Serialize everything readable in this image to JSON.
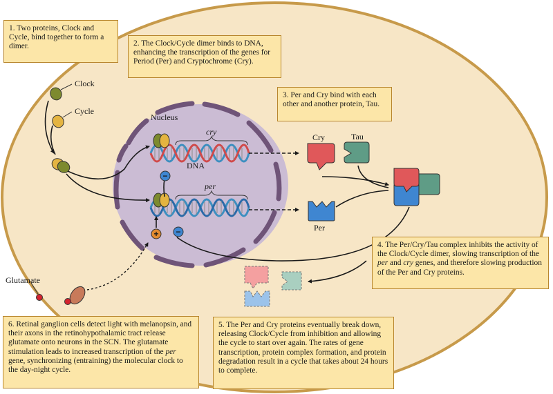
{
  "labels": {
    "clock": "Clock",
    "cycle": "Cycle",
    "nucleus": "Nucleus",
    "dna": "DNA",
    "cry_gene": "cry",
    "per_gene": "per",
    "cry_protein": "Cry",
    "tau_protein": "Tau",
    "per_protein": "Per",
    "glutamate": "Glutamate",
    "activator_symbol": "+",
    "inhibitor_symbol": "−"
  },
  "steps": [
    {
      "number": "1.",
      "text": "Two proteins, Clock and Cycle, bind together to form a dimer."
    },
    {
      "number": "2.",
      "text": "The Clock/Cycle dimer binds to DNA, enhancing the transcription of the genes for Period (Per) and Cryptochrome (Cry)."
    },
    {
      "number": "3.",
      "text": "Per and Cry bind with each other and another protein, Tau."
    },
    {
      "number": "4.",
      "text_before": "The Per/Cry/Tau complex inhibits the activity of the Clock/Cycle dimer, slowing transcription of the ",
      "em1": "per",
      "text_mid": " and ",
      "em2": "cry",
      "text_after": " genes, and therefore slowing production of the Per and Cry proteins."
    },
    {
      "number": "5.",
      "text": "The Per and Cry proteins eventually break down, releasing Clock/Cycle from inhibition and allowing the cycle to start over again. The rates of gene transcription, protein complex formation, and protein degradation result in a cycle that takes about 24 hours to complete."
    },
    {
      "number": "6.",
      "text_before": "Retinal ganglion cells detect light with melanopsin, and their axons in the retinohypothalamic tract release glutamate onto neurons in the SCN. The glutamate stimulation leads to increased transcription of the ",
      "em1": "per",
      "text_after": " gene, synchronizing (entraining) the molecular clock to the day-night cycle."
    }
  ],
  "colors": {
    "cytoplasm": "#f7e6c6",
    "cell_border": "#c79a4a",
    "nucleus": "#cbbcd4",
    "nuclear_envelope": "#6f5478",
    "clock": "#7d8a2e",
    "cycle": "#e4b441",
    "cry": "#e0585a",
    "tau": "#5f9c86",
    "per": "#3f86d1",
    "box_fill": "#fce6a8",
    "box_border": "#b8862e"
  }
}
